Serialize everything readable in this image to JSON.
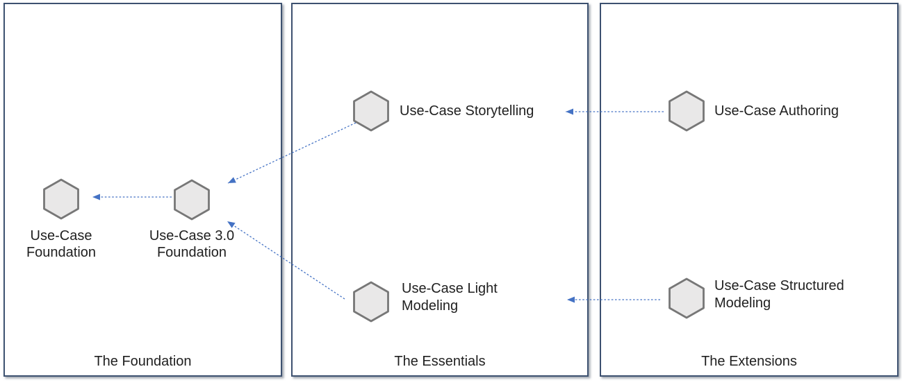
{
  "diagram": {
    "panels": {
      "foundation": {
        "title": "The Foundation",
        "nodes": {
          "use_case_foundation": {
            "line1": "Use-Case",
            "line2": "Foundation"
          },
          "use_case_30_foundation": {
            "line1": "Use-Case 3.0",
            "line2": "Foundation"
          }
        }
      },
      "essentials": {
        "title": "The Essentials",
        "nodes": {
          "storytelling": {
            "label": "Use-Case Storytelling"
          },
          "light_modeling": {
            "line1": "Use-Case Light",
            "line2": "Modeling"
          }
        }
      },
      "extensions": {
        "title": "The Extensions",
        "nodes": {
          "authoring": {
            "label": "Use-Case Authoring"
          },
          "structured_modeling": {
            "line1": "Use-Case Structured",
            "line2": "Modeling"
          }
        }
      }
    },
    "edges": [
      {
        "from": "Use-Case 3.0 Foundation",
        "to": "Use-Case Foundation"
      },
      {
        "from": "Use-Case Storytelling",
        "to": "Use-Case 3.0 Foundation"
      },
      {
        "from": "Use-Case Light Modeling",
        "to": "Use-Case 3.0 Foundation"
      },
      {
        "from": "Use-Case Authoring",
        "to": "Use-Case Storytelling"
      },
      {
        "from": "Use-Case Structured Modeling",
        "to": "Use-Case Light Modeling"
      }
    ],
    "colors": {
      "panel_border": "#3d5170",
      "arrow": "#4472c4",
      "hexagon_fill": "#e9e8e8",
      "hexagon_stroke": "#777777",
      "text": "#1f1f1f"
    }
  }
}
